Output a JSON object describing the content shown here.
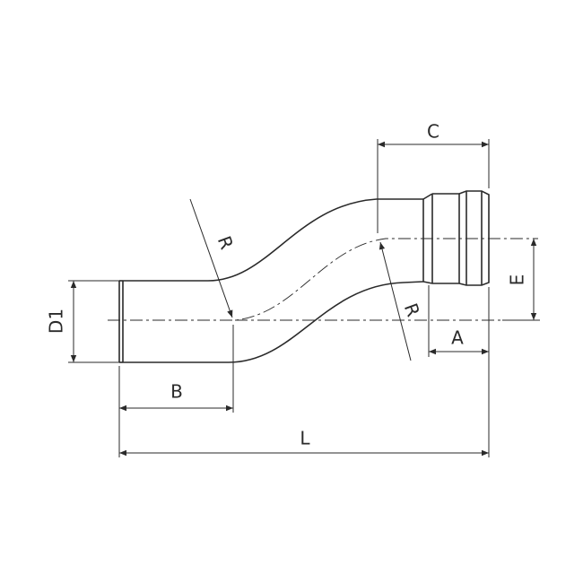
{
  "diagram": {
    "labels": {
      "C": "C",
      "E": "E",
      "A": "A",
      "L": "L",
      "B": "B",
      "D1": "D1",
      "R_upper": "R",
      "R_lower": "R"
    },
    "line_color": "#2a2a2a"
  }
}
